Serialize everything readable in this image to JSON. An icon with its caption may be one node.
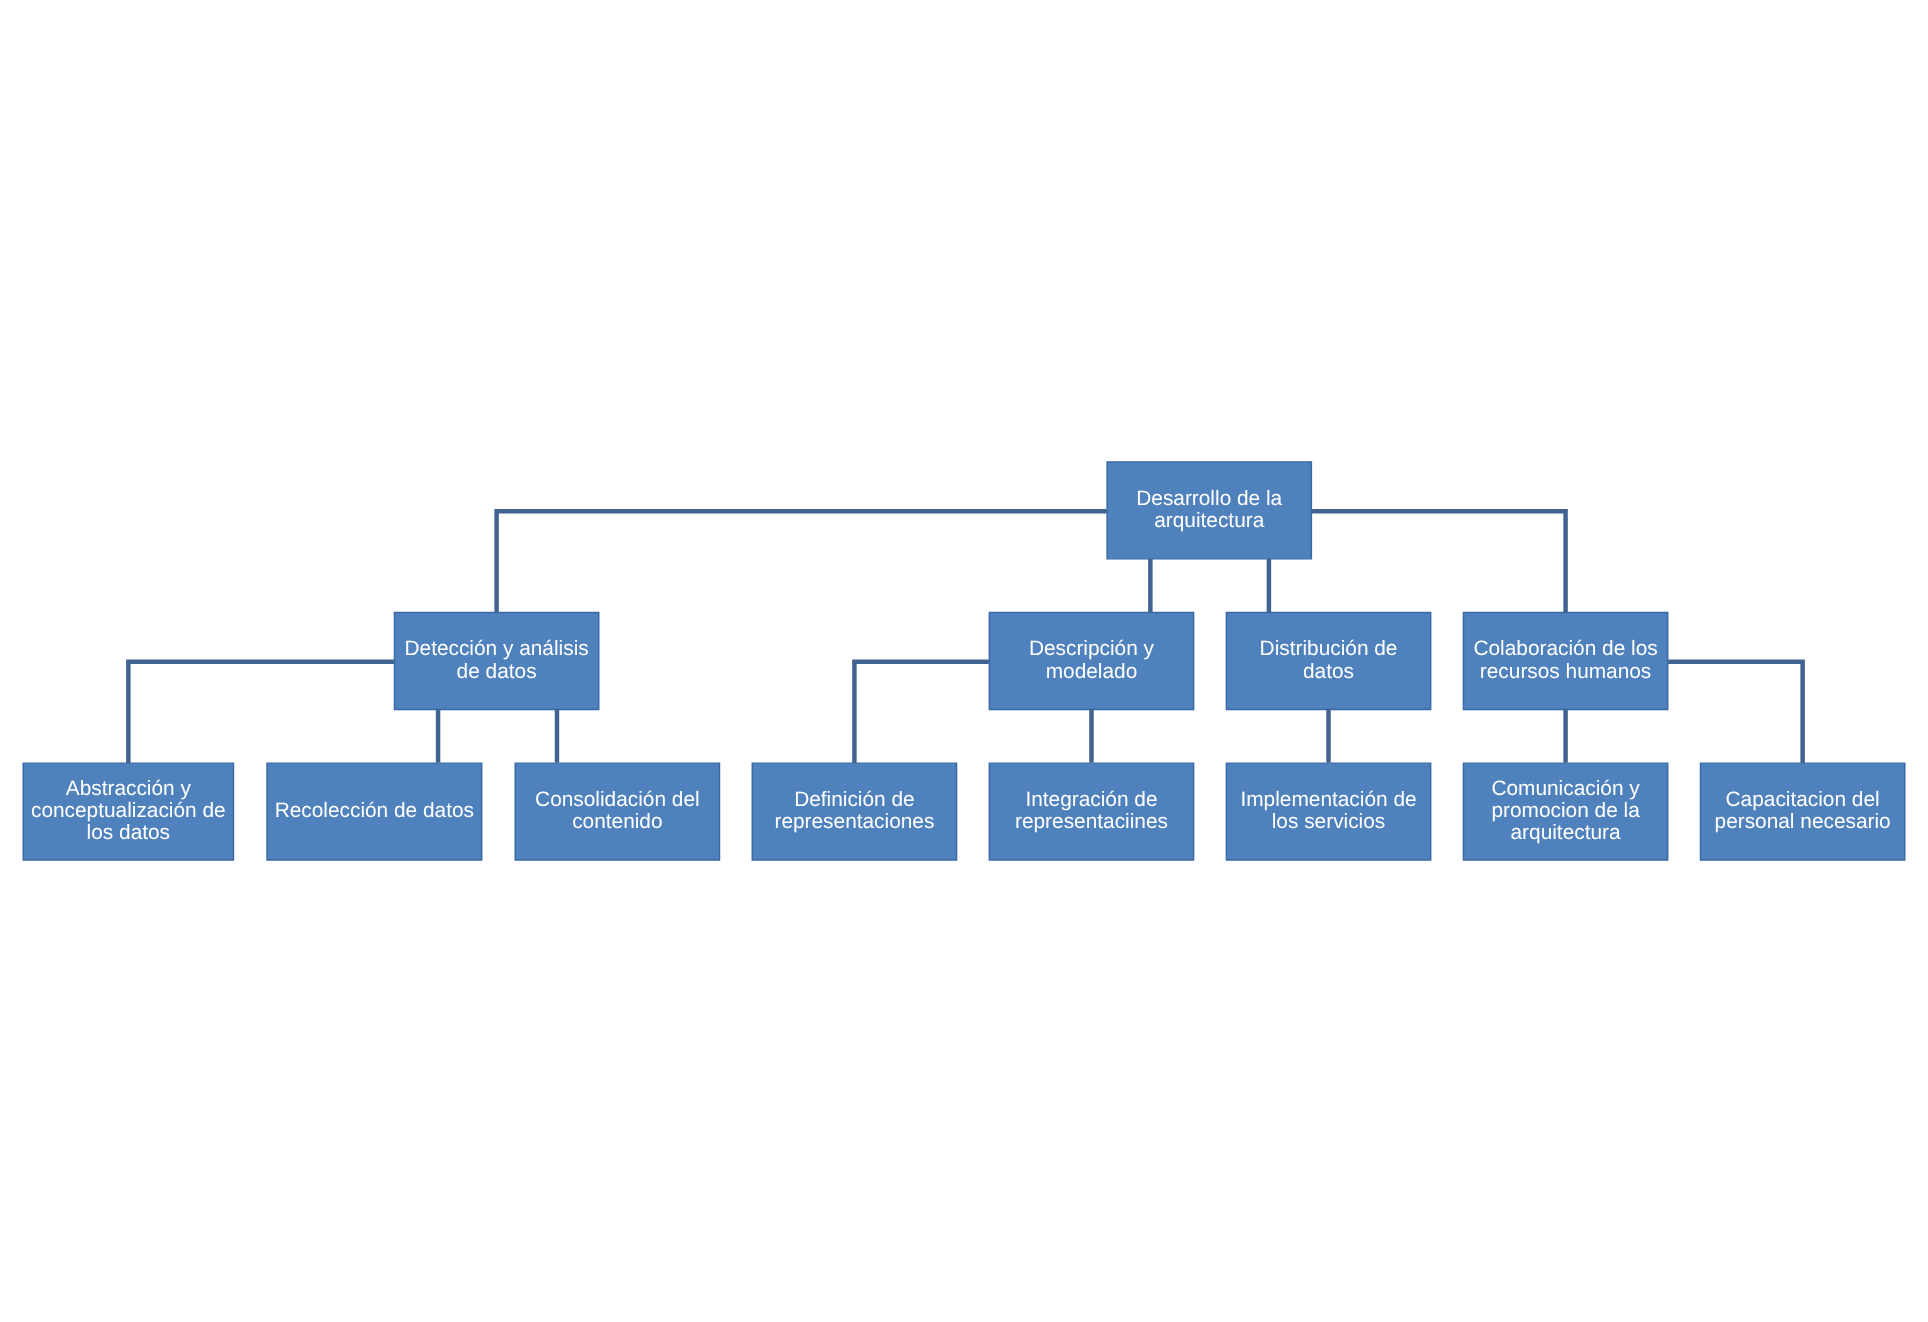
{
  "diagram": {
    "nodes": [
      {
        "text": [
          "Desarrollo de la arquitectura"
        ]
      },
      {
        "text": [
          "Detección y análisis de datos"
        ]
      },
      {
        "text": [
          "Descripción y modelado"
        ]
      },
      {
        "text": [
          "Distribución de datos"
        ]
      },
      {
        "text": [
          "Colaboración de los recursos humanos"
        ]
      },
      {
        "text": [
          "Abstracción y conceptualización de los datos"
        ]
      },
      {
        "text": [
          "Recolección de datos"
        ]
      },
      {
        "text": [
          "Consolidación del contenido"
        ]
      },
      {
        "text": [
          "Definición de representaciones"
        ]
      },
      {
        "text": [
          "Integración de representaciines"
        ]
      },
      {
        "text": [
          "Implementación de los servicios"
        ]
      },
      {
        "text": [
          "Comunicación y promocion de la arquitectura"
        ]
      },
      {
        "text": [
          "Capacitacion del personal necesario"
        ]
      }
    ],
    "edges": [
      {
        "from": 0,
        "to": 1,
        "arrow": "none"
      },
      {
        "from": 0,
        "to": 2,
        "arrow": "none"
      },
      {
        "from": 0,
        "to": 3,
        "arrow": "none"
      },
      {
        "from": 0,
        "to": 4,
        "arrow": "none"
      },
      {
        "from": 1,
        "to": 5,
        "arrow": "none"
      },
      {
        "from": 1,
        "to": 6,
        "arrow": "none"
      },
      {
        "from": 1,
        "to": 7,
        "arrow": "none"
      },
      {
        "from": 2,
        "to": 8,
        "arrow": "none"
      },
      {
        "from": 2,
        "to": 9,
        "arrow": "none"
      },
      {
        "from": 3,
        "to": 10,
        "arrow": "none"
      },
      {
        "from": 4,
        "to": 11,
        "arrow": "none"
      },
      {
        "from": 4,
        "to": 12,
        "arrow": "none"
      }
    ]
  }
}
